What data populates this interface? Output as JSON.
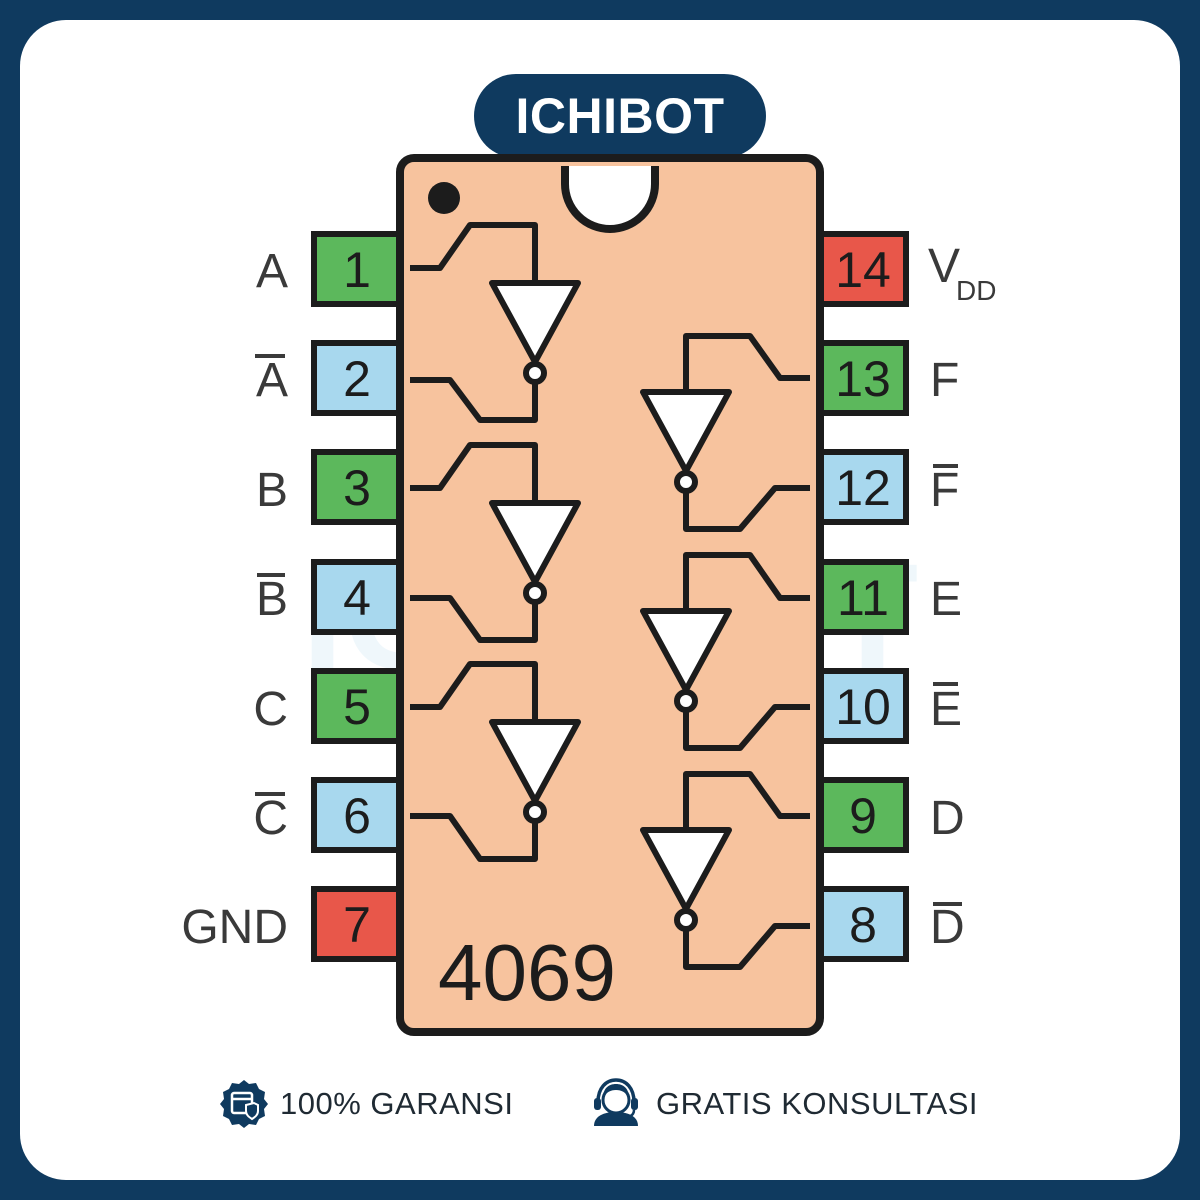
{
  "brand": {
    "name": "ICHIBOT",
    "watermark": "ICHIBOT"
  },
  "chip": {
    "part_number": "4069"
  },
  "colors": {
    "background": "#0f3a5f",
    "chip_body": "#f7c39e",
    "pin_green": "#5cb85c",
    "pin_blue": "#a8d8ee",
    "pin_red": "#e8574a"
  },
  "pins": {
    "p1": {
      "number": "1",
      "label": "A"
    },
    "p2": {
      "number": "2",
      "label": "A"
    },
    "p3": {
      "number": "3",
      "label": "B"
    },
    "p4": {
      "number": "4",
      "label": "B"
    },
    "p5": {
      "number": "5",
      "label": "C"
    },
    "p6": {
      "number": "6",
      "label": "C"
    },
    "p7": {
      "number": "7",
      "label": "GND"
    },
    "p8": {
      "number": "8",
      "label": "D"
    },
    "p9": {
      "number": "9",
      "label": "D"
    },
    "p10": {
      "number": "10",
      "label": "E"
    },
    "p11": {
      "number": "11",
      "label": "E"
    },
    "p12": {
      "number": "12",
      "label": "F"
    },
    "p13": {
      "number": "13",
      "label": "F"
    },
    "p14": {
      "number": "14",
      "label": "V",
      "label_sub": "DD"
    }
  },
  "footer": {
    "guarantee": {
      "icon": "shield-calendar-icon",
      "text": "100% GARANSI"
    },
    "consult": {
      "icon": "headset-support-icon",
      "text": "GRATIS KONSULTASI"
    }
  }
}
